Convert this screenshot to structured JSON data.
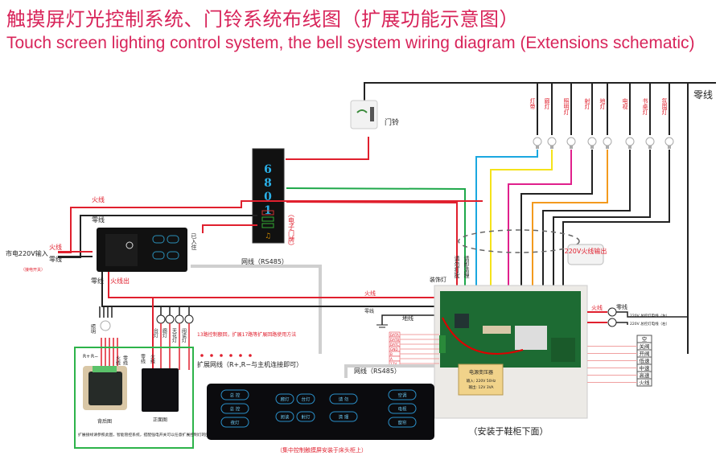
{
  "title": {
    "cn": "触摸屏灯光控制系统、门铃系统布线图（扩展功能示意图）",
    "en": "Touch screen lighting control system, the bell system wiring diagram (Extensions schematic)"
  },
  "labels": {
    "neutral_line_top": "零线",
    "doorbell": "门铃",
    "door_plate_caption": "（电子门牌）",
    "door_plate_number": "6801",
    "mains_input": "市电220V输入",
    "mains_input_note": "（接电开关）",
    "live_wire": "火线",
    "neutral_wire": "零线",
    "live_out": "火线出",
    "occupied": "已入住",
    "network_rs485": "网线（RS485）",
    "network_rs485_2": "网线（RS485）",
    "live_wire_mid": "火线",
    "neutral_wire_mid": "零线",
    "ground_wire": "地线",
    "decor_light": "装饰灯",
    "do_not_disturb": "请勿打扰",
    "please_clean": "请即清理",
    "output_220v": "220V火线输出",
    "live_wire_right": "火线",
    "neutral_wire_right": "零线",
    "lamp_left": "220V 总控灯电线（左）",
    "lamp_right": "220V 总控灯电线（右）",
    "extension_note": "13路控制额回，扩展17路等扩展回路使用方法",
    "extension_network": "扩展网线（R+,R−与主机连接即可）",
    "lighting": "照明",
    "r_plus": "R+",
    "r_minus": "R−",
    "box_live": "火线",
    "box_neutral": "零线",
    "panel_neutral": "零线",
    "panel_live": "火线",
    "back_view": "背后图",
    "front_view": "正面图",
    "box_note": "扩展接线请参照此图，智能管控系统，搭配强电开关可以任意扩展控制灯的回数",
    "bedside_caption": "（集中控制触摸屏安装于床头柜上）",
    "cabinet_caption": "（安装于鞋柜下面）",
    "transformer_title": "电源变压器",
    "transformer_in": "输入: 220V  50Hz",
    "transformer_out": "输出: 12V  3VA"
  },
  "top_lights": [
    {
      "label": "灯带",
      "wire_color": "#1aa7e0"
    },
    {
      "label": "廊灯",
      "wire_color": "#f5e31a"
    },
    {
      "label": "照明灯",
      "wire_color": "#e0208c"
    },
    {
      "label": "射灯",
      "wire_color": "#222222"
    },
    {
      "label": "地灯",
      "wire_color": "#f39a1e"
    },
    {
      "label": "电视",
      "wire_color": "#222222"
    },
    {
      "label": "书桌灯",
      "wire_color": "#222222"
    },
    {
      "label": "氛围灯",
      "wire_color": "#222222"
    }
  ],
  "side_lamps": [
    "台灯",
    "廊灯",
    "天花灯",
    "阅读灯"
  ],
  "rs485_terminals": [
    "DATA",
    "DATB",
    "DATC",
    "GND",
    "B",
    "A",
    "12V"
  ],
  "ac_terminals": [
    "空",
    "关阀",
    "开阀",
    "低速",
    "中速",
    "高速",
    "火线"
  ],
  "bedside_buttons": [
    [
      "总 控",
      "总 控",
      "夜灯"
    ],
    [
      "廊灯",
      "台灯",
      "阅读",
      "射灯"
    ],
    [
      "请 勿",
      "清 理"
    ],
    [
      "空调",
      "电视",
      "窗帘"
    ]
  ],
  "colors": {
    "accent": "#d8245a",
    "live": "#e0202e",
    "neutral": "#222222",
    "network": "#c8c8c8",
    "green_wire": "#1fa84a",
    "box_border": "#2db34a"
  }
}
